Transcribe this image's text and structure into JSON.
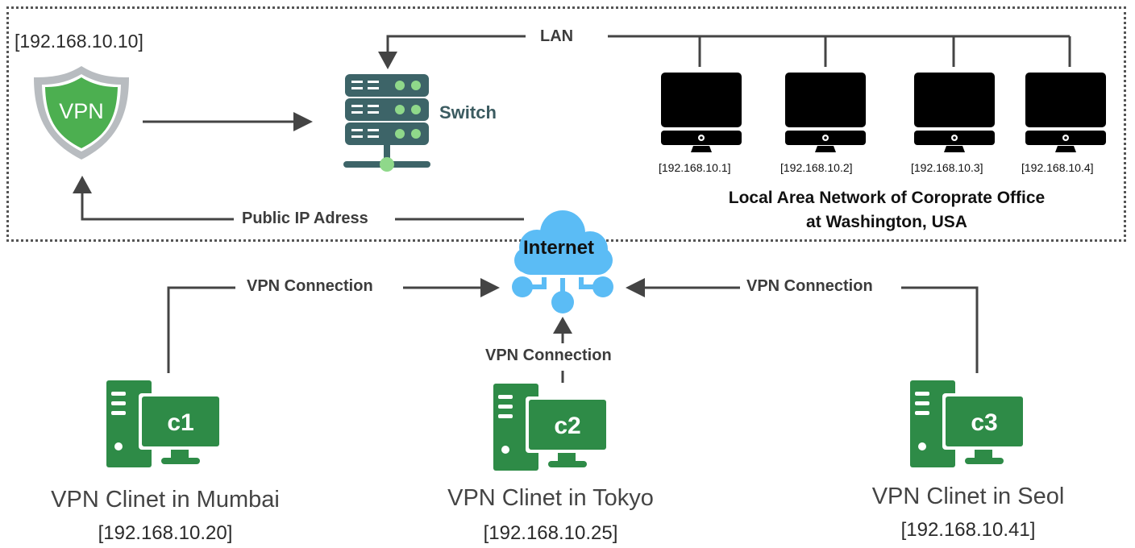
{
  "colors": {
    "line": "#444444",
    "vpn_shield_green": "#4caf50",
    "vpn_shield_border": "#b8bcc0",
    "switch_teal": "#3d6468",
    "switch_led": "#8fd88a",
    "cloud_blue": "#5bbcf5",
    "client_green": "#2e8b47",
    "monitor_black": "#000000"
  },
  "lan_zone": {
    "caption_line1": "Local Area Network of Coroprate Office",
    "caption_line2": "at Washington, USA"
  },
  "vpn_server": {
    "icon": "vpn-shield-icon",
    "badge_text": "VPN",
    "ip": "[192.168.10.10]"
  },
  "switch": {
    "icon": "server-switch-icon",
    "label": "Switch"
  },
  "lan_link": {
    "label": "LAN"
  },
  "public_ip_link": {
    "label": "Public IP Adress"
  },
  "lan_hosts": [
    {
      "icon": "desktop-monitor-icon",
      "ip": "[192.168.10.1]"
    },
    {
      "icon": "desktop-monitor-icon",
      "ip": "[192.168.10.2]"
    },
    {
      "icon": "desktop-monitor-icon",
      "ip": "[192.168.10.3]"
    },
    {
      "icon": "desktop-monitor-icon",
      "ip": "[192.168.10.4]"
    }
  ],
  "internet": {
    "icon": "cloud-network-icon",
    "label": "Internet"
  },
  "vpn_links": [
    {
      "label": "VPN Connection",
      "from": "c1",
      "to": "Internet"
    },
    {
      "label": "VPN Connection",
      "from": "c2",
      "to": "Internet"
    },
    {
      "label": "VPN Connection",
      "from": "c3",
      "to": "Internet"
    }
  ],
  "clients": [
    {
      "icon": "client-computer-icon",
      "badge": "c1",
      "name": "VPN Clinet in Mumbai",
      "ip": "[192.168.10.20]"
    },
    {
      "icon": "client-computer-icon",
      "badge": "c2",
      "name": "VPN Clinet in Tokyo",
      "ip": "[192.168.10.25]"
    },
    {
      "icon": "client-computer-icon",
      "badge": "c3",
      "name": "VPN Clinet in Seol",
      "ip": "[192.168.10.41]"
    }
  ]
}
